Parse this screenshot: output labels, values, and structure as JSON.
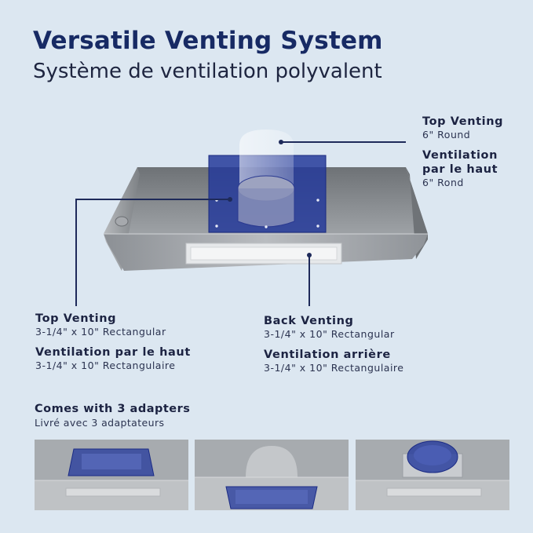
{
  "title": "Versatile Venting System",
  "subtitle": "Système de ventilation polyvalent",
  "callouts": {
    "top_round": {
      "heading_en": "Top Venting",
      "size_en": "6\" Round",
      "heading_fr": "Ventilation par le haut",
      "size_fr": "6\" Rond"
    },
    "top_rect": {
      "heading_en": "Top Venting",
      "size_en": "3-1/4\" x 10\" Rectangular",
      "heading_fr": "Ventilation par le haut",
      "size_fr": "3-1/4\" x 10\" Rectangulaire"
    },
    "back_rect": {
      "heading_en": "Back Venting",
      "size_en": "3-1/4\" x 10\" Rectangular",
      "heading_fr": "Ventilation arrière",
      "size_fr": "3-1/4\" x 10\" Rectangulaire"
    }
  },
  "adapters": {
    "heading": "Comes with 3 adapters",
    "subheading": "Livré avec 3 adaptateurs"
  },
  "colors": {
    "background": "#dce7f1",
    "title": "#172a64",
    "adapter_blue": "#2b3f9e",
    "steel": "#9a9ea3",
    "leader_line": "#1e2a5a"
  }
}
